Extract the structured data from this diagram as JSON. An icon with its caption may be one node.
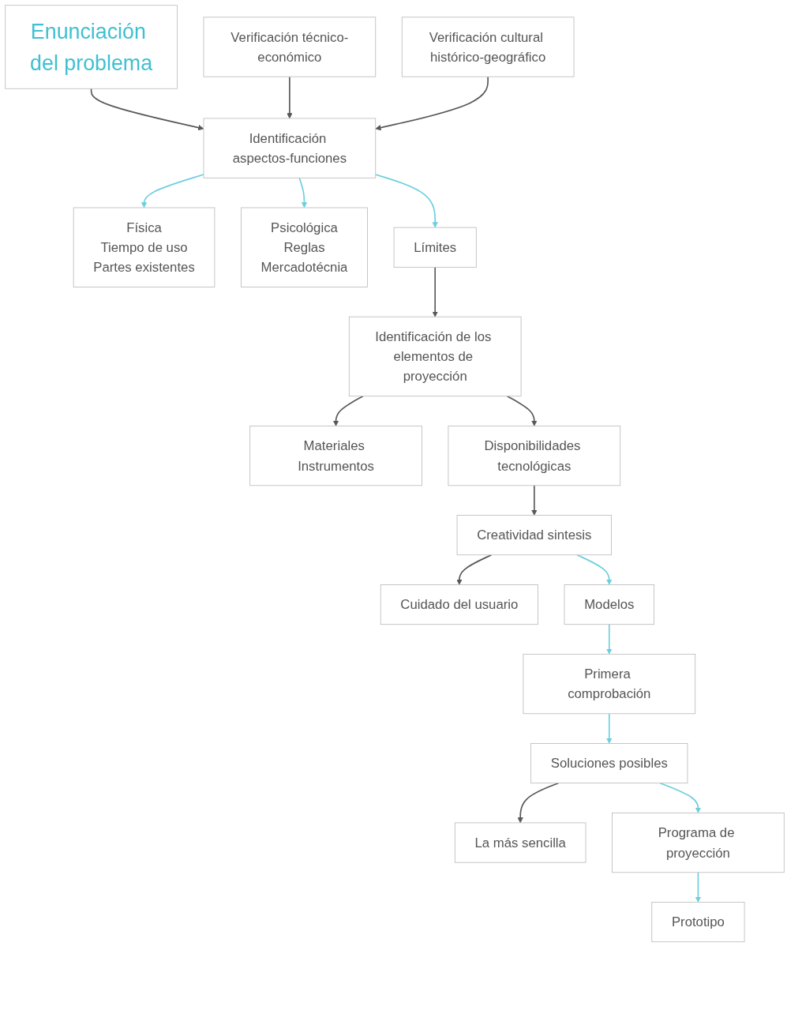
{
  "diagram": {
    "nodes": [
      {
        "text": [
          "Enunciación del problema"
        ]
      },
      {
        "text": [
          "Verificación técnico-económico"
        ]
      },
      {
        "text": [
          "Identificación aspectos-funciones"
        ]
      },
      {
        "text": [
          "Verificación cultural histórico-geográfico"
        ]
      },
      {
        "text": [
          "Física",
          "Tiempo de uso",
          "Partes existentes"
        ]
      },
      {
        "text": [
          "Psicológica",
          "Reglas",
          "Mercadotécnia"
        ]
      },
      {
        "text": [
          "Límites"
        ]
      },
      {
        "text": [
          "Identificación de los elementos de proyección"
        ]
      },
      {
        "text": [
          "Materiales Instrumentos"
        ]
      },
      {
        "text": [
          "Disponibilidades tecnológicas"
        ]
      },
      {
        "text": [
          "Creatividad sintesis"
        ]
      },
      {
        "text": [
          "Cuidado del usuario"
        ]
      },
      {
        "text": [
          "Modelos"
        ]
      },
      {
        "text": [
          "Primera comprobación"
        ]
      },
      {
        "text": [
          "Soluciones posibles"
        ]
      },
      {
        "text": [
          "La más sencilla"
        ]
      },
      {
        "text": [
          "Programa de proyección"
        ]
      },
      {
        "text": [
          "Prototipo"
        ]
      }
    ],
    "edges": [
      {
        "from": 0,
        "to": 2,
        "arrow": "to",
        "color": "#55585b"
      },
      {
        "from": 1,
        "to": 2,
        "arrow": "to",
        "color": "#55585b"
      },
      {
        "from": 3,
        "to": 2,
        "arrow": "to",
        "color": "#55585b"
      },
      {
        "from": 2,
        "to": 4,
        "arrow": "to",
        "color": "#6ccfdc"
      },
      {
        "from": 2,
        "to": 6,
        "arrow": "to",
        "color": "#6ccfdc"
      },
      {
        "from": 2,
        "to": 5,
        "arrow": "to",
        "color": "#6ccfdc"
      },
      {
        "from": 6,
        "to": 7,
        "arrow": "to",
        "color": "#55585b"
      },
      {
        "from": 7,
        "to": 8,
        "arrow": "to",
        "color": "#55585b"
      },
      {
        "from": 7,
        "to": 9,
        "arrow": "to",
        "color": "#55585b"
      },
      {
        "from": 9,
        "to": 10,
        "arrow": "to",
        "color": "#55585b"
      },
      {
        "from": 10,
        "to": 11,
        "arrow": "to",
        "color": "#55585b"
      },
      {
        "from": 10,
        "to": 12,
        "arrow": "to",
        "color": "#6ccfdc"
      },
      {
        "from": 12,
        "to": 13,
        "arrow": "to",
        "color": "#6ccfdc"
      },
      {
        "from": 13,
        "to": 14,
        "arrow": "to",
        "color": "#6ccfdc"
      },
      {
        "from": 14,
        "to": 15,
        "arrow": "to",
        "color": "#55585b"
      },
      {
        "from": 14,
        "to": 16,
        "arrow": "to",
        "color": "#6ccfdc"
      },
      {
        "from": 16,
        "to": 17,
        "arrow": "to",
        "color": "#6ccfdc"
      }
    ]
  }
}
